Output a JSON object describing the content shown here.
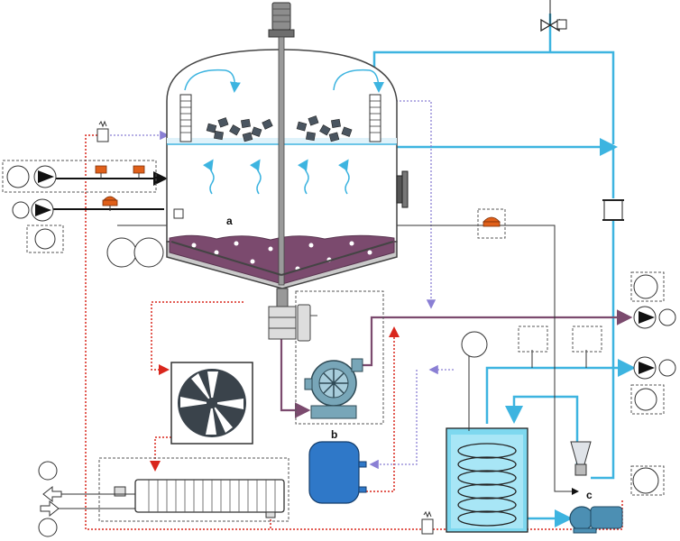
{
  "labels": {
    "a": "a",
    "b": "b",
    "c": "c"
  },
  "colors": {
    "cooling": "#3db4e0",
    "heating": "#d9261c",
    "slurry": "#7b4a6e",
    "vent": "#8a7fd4",
    "dashed_box": "#555555",
    "black_line": "#111111",
    "valve_orange": "#e0601a"
  },
  "icons": [
    "agitator-motor-icon",
    "pump-icon",
    "fan-icon",
    "heat-exchanger-icon",
    "valve-icon",
    "sensor-icon",
    "cooling-coil-icon"
  ]
}
